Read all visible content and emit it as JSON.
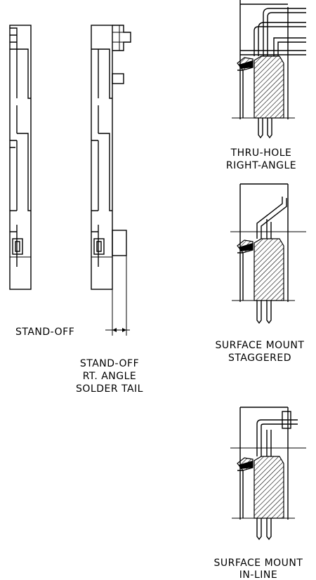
{
  "labels": {
    "standoff_dim": "STAND-OFF",
    "view1_line1": "STAND-OFF",
    "view1_line2": "RT. ANGLE",
    "view1_line3": "SOLDER TAIL",
    "view2_line1": "THRU-HOLE",
    "view2_line2": "RIGHT-ANGLE",
    "view3_line1": "SURFACE MOUNT",
    "view3_line2": "STAGGERED",
    "view4_line1": "SURFACE MOUNT",
    "view4_line2": "IN-LINE"
  },
  "colors": {
    "line": "#000000",
    "background": "#ffffff"
  }
}
